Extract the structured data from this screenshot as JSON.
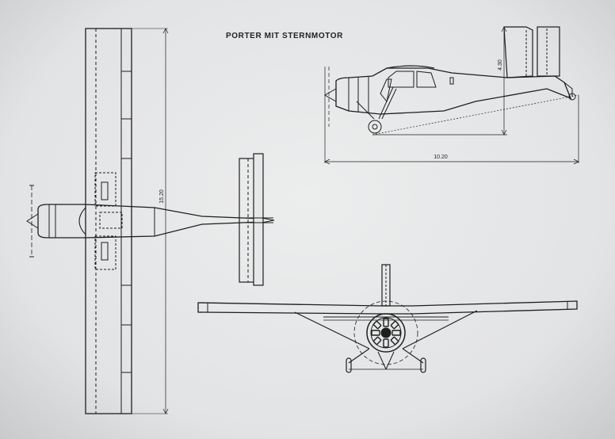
{
  "title": "PORTER MIT STERNMOTOR",
  "dimensions": {
    "wingspan": "15.20",
    "length": "10.20",
    "height": "4.30"
  }
}
